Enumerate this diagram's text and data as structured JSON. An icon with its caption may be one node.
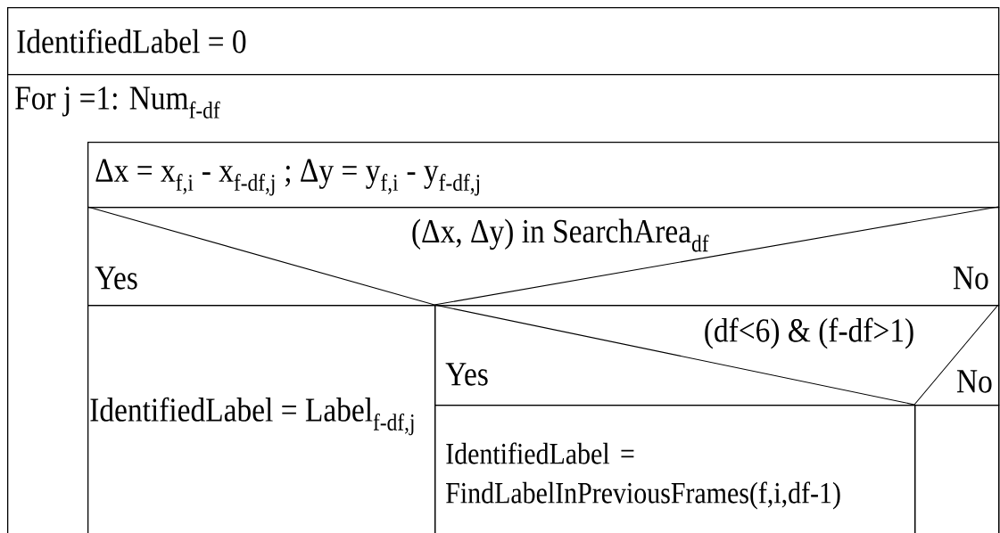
{
  "diagram": {
    "nodes": [
      {
        "text": [
          "IdentifiedLabel = 0"
        ]
      },
      {
        "text": [
          "For j =1: Num$_{f-df}$"
        ]
      },
      {
        "text": [
          "Δx = x$_{f,i}$ - x$_{f-df,j}$ ;  Δy = y$_{f,i}$ - y$_{f-df,j}$"
        ],
        "in": 1
      },
      {
        "text": [
          "(Δx, Δy) in SearchArea$_{df}$",
          "Yes",
          "No"
        ],
        "in": 1
      },
      {
        "text": [
          "IdentifiedLabel = Label$_{f-df,j}$"
        ],
        "in": 1
      },
      {
        "text": [
          "(df<6) & (f-df>1)",
          "Yes",
          "No"
        ],
        "in": 1
      },
      {
        "text": [
          "IdentifiedLabel = FindLabelInPreviousFrames(f,i,df-1)"
        ],
        "in": 1
      },
      {
        "text": [],
        "shape": "box",
        "in": 1
      }
    ]
  }
}
